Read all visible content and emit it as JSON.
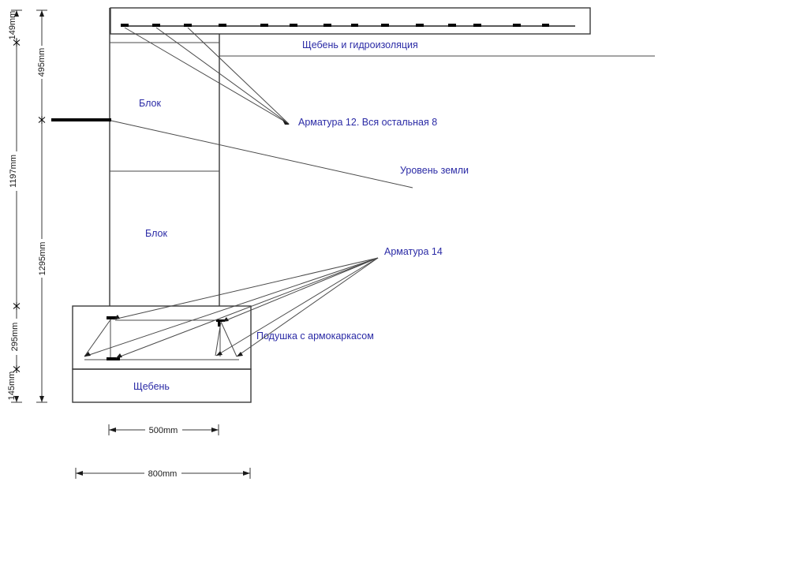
{
  "diagram": {
    "type": "foundation-cross-section",
    "colors": {
      "line": "#3a3a3a",
      "rebar_marks": "#000000",
      "label_text": "#2b2ba6",
      "dimension_text": "#1a1a1a",
      "background": "#ffffff"
    },
    "labels": {
      "gravel_waterproofing": "Щебень и гидроизоляция",
      "block_upper": "Блок",
      "block_lower": "Блок",
      "rebar_12": "Арматура 12. Вся остальная 8",
      "ground_level": "Уровень земли",
      "rebar_14": "Арматура 14",
      "pad_with_cage": "Подушка с армокаркасом",
      "gravel": "Щебень"
    },
    "dimensions": {
      "slab_layer_thickness": "149mm",
      "slab_top_to_ground": "495mm",
      "wall_height": "1197mm",
      "depth_below_ground": "1295mm",
      "pad_height": "295mm",
      "gravel_bed_height": "145mm",
      "wall_width": "500mm",
      "pad_width": "800mm"
    }
  }
}
